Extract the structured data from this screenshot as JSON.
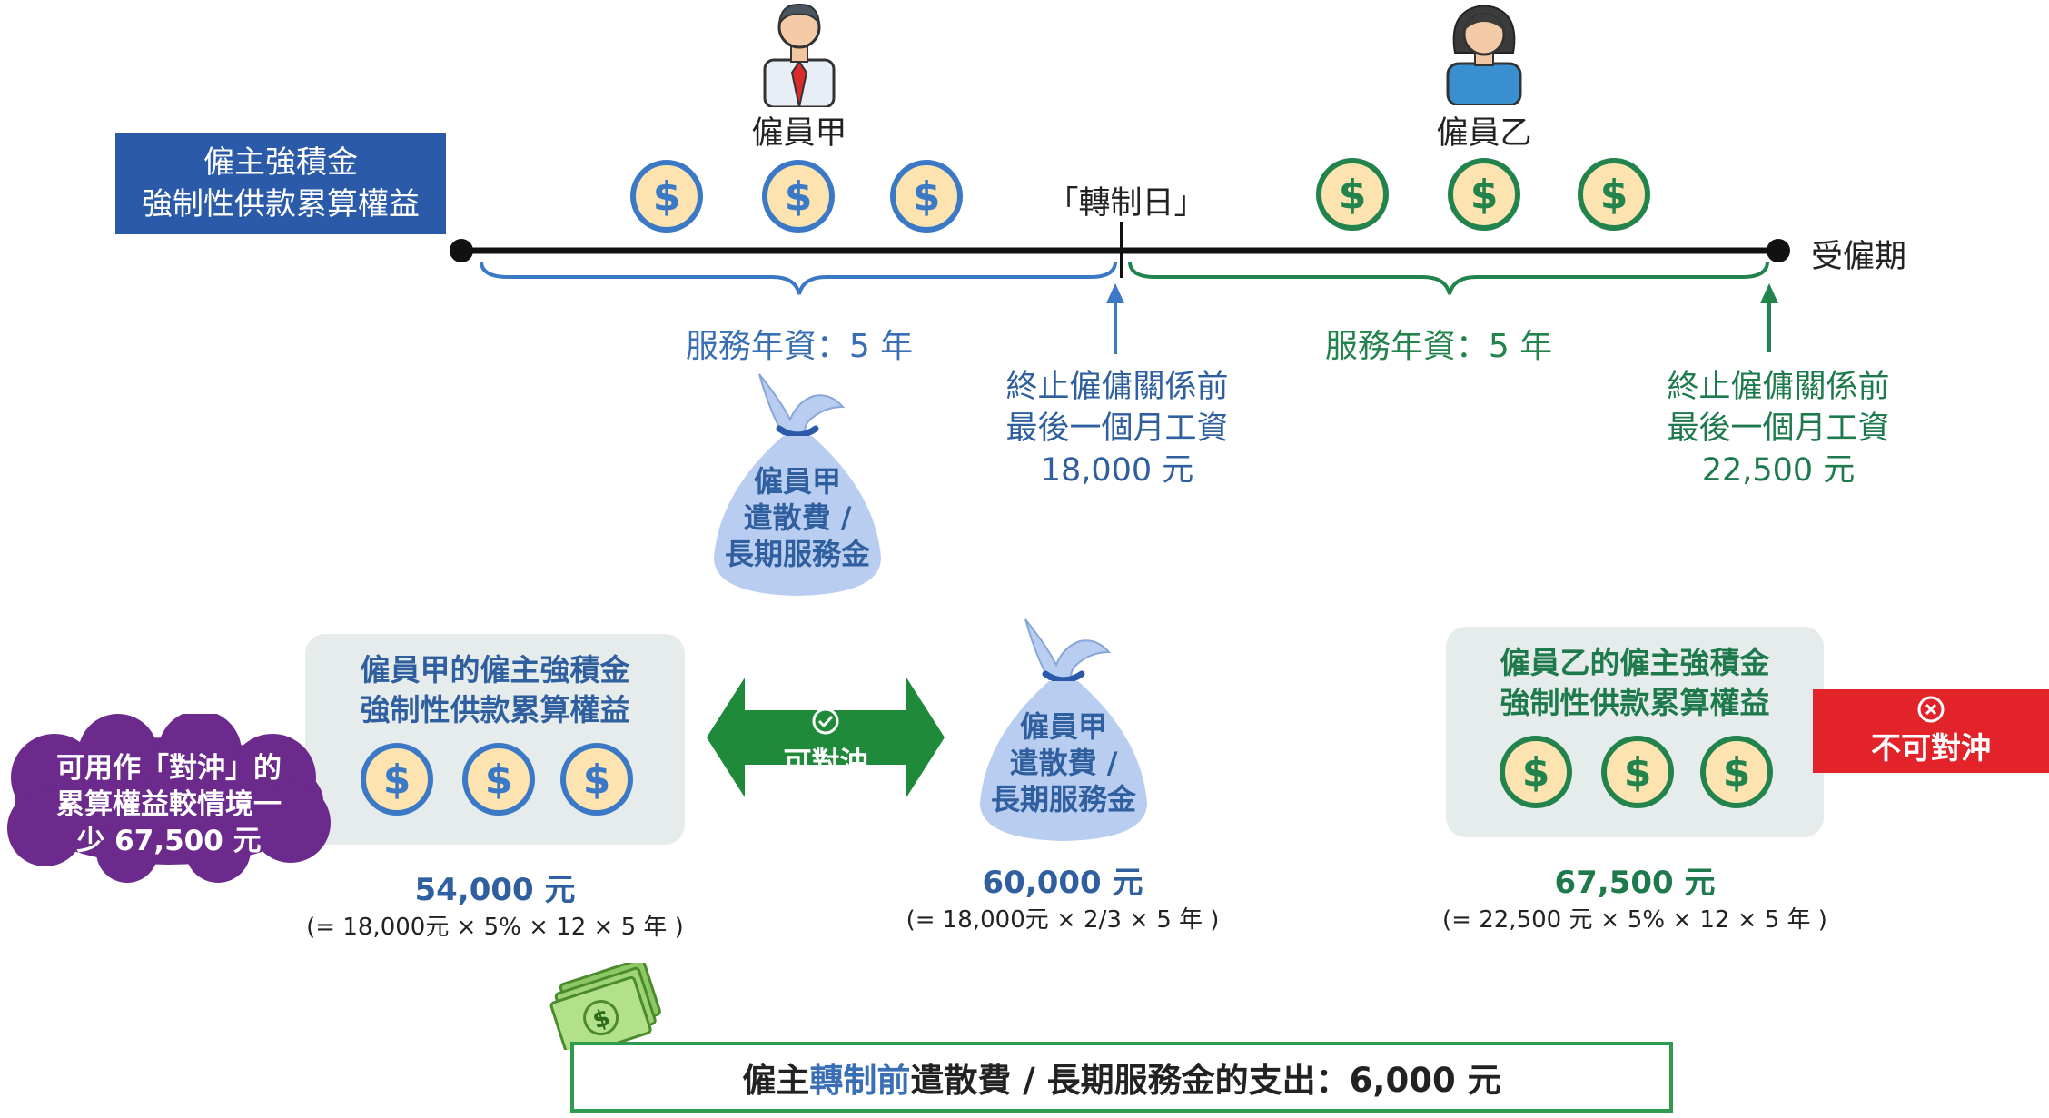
{
  "legend": {
    "line1": "僱主強積金",
    "line2": "強制性供款累算權益"
  },
  "employee_a": {
    "name": "僱員甲"
  },
  "employee_b": {
    "name": "僱員乙"
  },
  "conversion_day": "「轉制日」",
  "timeline_end": "受僱期",
  "service_a": "服務年資：5 年",
  "service_b": "服務年資：5 年",
  "wage_a": {
    "line1": "終止僱傭關係前",
    "line2": "最後一個月工資",
    "amount": "18,000 元"
  },
  "wage_b": {
    "line1": "終止僱傭關係前",
    "line2": "最後一個月工資",
    "amount": "22,500 元"
  },
  "bag_top": {
    "line1": "僱員甲",
    "line2": "遣散費 /",
    "line3": "長期服務金"
  },
  "bag_mid": {
    "line1": "僱員甲",
    "line2": "遣散費 /",
    "line3": "長期服務金"
  },
  "panel_a": {
    "line1": "僱員甲的僱主強積金",
    "line2": "強制性供款累算權益"
  },
  "panel_b": {
    "line1": "僱員乙的僱主強積金",
    "line2": "強制性供款累算權益"
  },
  "offset_label": "可對沖",
  "no_offset_label": "不可對沖",
  "cloud": {
    "line1": "可用作「對沖」的",
    "line2": "累算權益較情境一",
    "line3": "少 67,500 元"
  },
  "amount_a": "54,000 元",
  "formula_a": "(= 18,000元 × 5% × 12 × 5 年 )",
  "amount_mid": "60,000 元",
  "formula_mid": "(= 18,000元 × 2/3 × 5 年 )",
  "amount_b": "67,500 元",
  "formula_b": "(= 22,500 元 × 5% × 12 × 5 年 )",
  "bottom": {
    "part1": "僱主",
    "part2": "轉制前",
    "part3": "遣散費 / 長期服務金的支出：6,000 元"
  },
  "icons": {
    "coin": "dollar-coin-icon",
    "bag": "money-bag-icon",
    "check": "check-circle-icon",
    "cross": "cross-circle-icon",
    "cash": "cash-stack-icon"
  },
  "colors": {
    "blue": "#2f5f9e",
    "green": "#1e7a4c",
    "red": "#e2232a",
    "purple": "#6b2a8c",
    "arrow_green": "#1f8a3a"
  }
}
